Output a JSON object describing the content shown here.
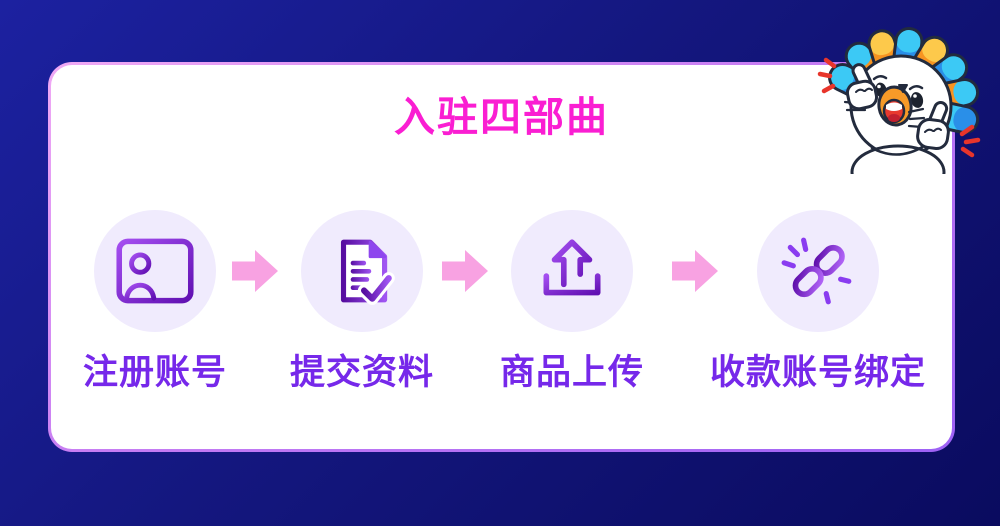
{
  "page": {
    "background_top": "#1c21a0",
    "background_bottom": "#0a0b5f"
  },
  "card": {
    "background": "#ffffff",
    "border_gradient": [
      "#f0a9f4",
      "#9d61f5"
    ]
  },
  "title": {
    "text": "入驻四部曲",
    "color": "#fa1ed2"
  },
  "steps": [
    {
      "label": "注册账号",
      "icon": "id-card-icon"
    },
    {
      "label": "提交资料",
      "icon": "document-check-icon"
    },
    {
      "label": "商品上传",
      "icon": "upload-icon"
    },
    {
      "label": "收款账号绑定",
      "icon": "chain-link-icon"
    }
  ],
  "step_style": {
    "label_color": "#7628ea",
    "circle_background": "#f0ebfd",
    "icon_gradient": [
      "#a44ef0",
      "#6110b2"
    ]
  },
  "arrows": {
    "count": 3,
    "direction": "right",
    "color": "#f8a2e2"
  },
  "mascot": {
    "description": "white lion mascot with colorful mane giving double thumbs up",
    "mane_colors": [
      "#2a8fe8",
      "#3cc9f5",
      "#f79421",
      "#fdc94b"
    ],
    "accent_color": "#e8352b"
  }
}
